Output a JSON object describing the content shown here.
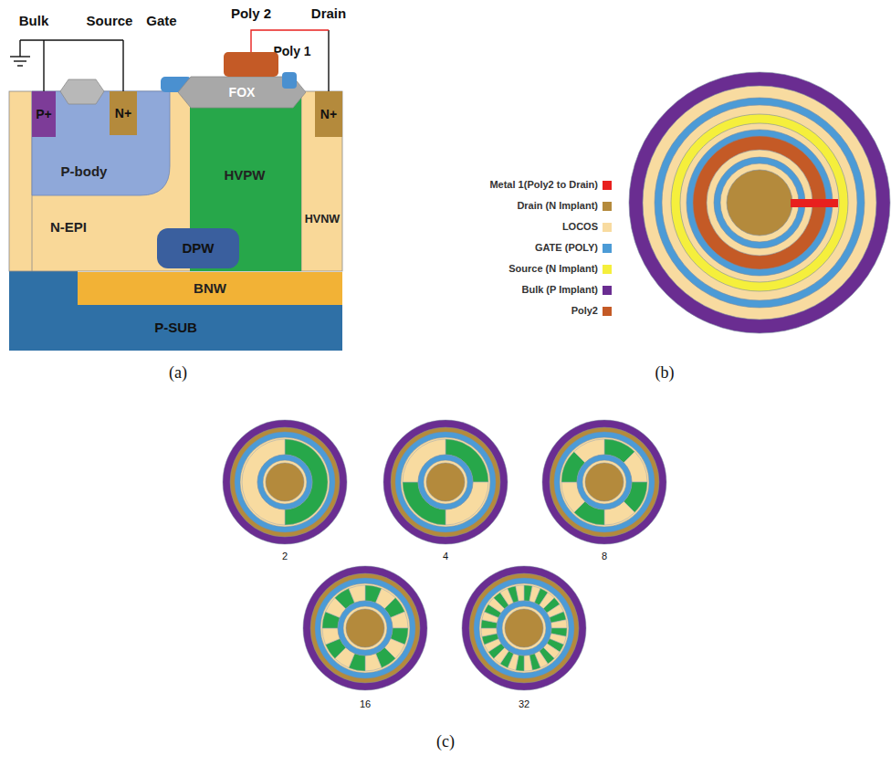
{
  "diagram": {
    "nodes": [
      {
        "text": [
          "N-EPI"
        ]
      },
      {
        "text": [
          "P-body"
        ],
        "in": 0
      },
      {
        "text": [
          "P+"
        ],
        "in": 1
      },
      {
        "text": [
          "N+"
        ],
        "in": 1
      },
      {
        "text": [
          "FOX"
        ]
      },
      {
        "text": [
          "HVPW"
        ]
      },
      {
        "text": [
          "DPW"
        ]
      },
      {
        "text": [
          "HVNW"
        ]
      },
      {
        "text": [
          "N+"
        ],
        "in": 7
      },
      {
        "text": [
          "BNW"
        ]
      },
      {
        "text": [
          "P-SUB"
        ]
      }
    ],
    "labels": [
      "Bulk",
      "Source",
      "Gate",
      "Poly 2",
      "Drain",
      "Poly 1",
      "(a)",
      "(b)",
      "2",
      "4",
      "8",
      "16",
      "32",
      "(c)"
    ],
    "legend": [
      {
        "text": "Metal 1(Poly2 to Drain)",
        "color": "#e8201e"
      },
      {
        "text": "Drain (N Implant)",
        "color": "#b48a3c"
      },
      {
        "text": "LOCOS",
        "color": "#f8dba0"
      },
      {
        "text": "GATE (POLY)",
        "color": "#4c9bd6"
      },
      {
        "text": "Source (N Implant)",
        "color": "#f5ef3c"
      },
      {
        "text": "Bulk (P Implant)",
        "color": "#6a2d91"
      },
      {
        "text": "Poly2",
        "color": "#c45a26"
      }
    ]
  }
}
